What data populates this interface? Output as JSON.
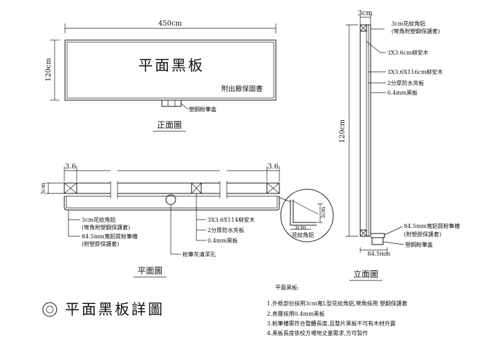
{
  "plan": {
    "width_dim": "450cm",
    "height_dim": "120cm",
    "board_title": "平面黑板",
    "board_note": "附出廠保固書",
    "chalk_box": "塑鋼粉筆盒",
    "view_label": "正面圖"
  },
  "section": {
    "left_dim": "3.6",
    "right_dim": "3.6",
    "side_dim": "3cm",
    "label_trim": "3cm花紋角鋁",
    "label_trim_sub": "(彎角附塑鋼保護套)",
    "label_tray": "84.5mm寬鋁質粉筆槽",
    "label_tray_sub": "(附塑膠保護套)",
    "label_cleanout": "粉筆灰清潔孔",
    "label_wood": "3X3.6X114柳安木",
    "label_plywood": "2分厚防水夾板",
    "label_steel": "0.4mm黑板",
    "view_label": "平面圖"
  },
  "detail": {
    "dim_v": "3cm",
    "dim_h": "3cm",
    "label": "花紋角鋁"
  },
  "elevation": {
    "top_dim": "3cm",
    "height_dim": "120cm",
    "bottom_dim": "84.5mm",
    "label_trim": "3cm花紋角鋁",
    "label_trim_sub": "(彎角附塑鋼保護套)",
    "label_wood1": "3X3.6cm柳安木",
    "label_wood2": "3X3.6X116cm柳安木",
    "label_plywood": "2分厚防水夾板",
    "label_steel": "0.4mm黑板",
    "label_tray": "84.5mm寬鋁質粉筆槽",
    "label_tray_sub": "(附塑膠保護套)",
    "label_box": "塑鋼粉筆盒",
    "view_label": "立面圖"
  },
  "notes": {
    "heading": "平面黑板:",
    "items": [
      "1.外框部份採用3cm寬L型花紋角鋁,彎角採用 塑鋼保護套",
      "2.表層採用0.4mm黑板",
      "3.粉筆槽需符合整體長度,且整片黑板不可有木材外露",
      "4.黑板長度依校方場地丈量需求,方可製作"
    ]
  },
  "footer_title": "平面黑板詳圖"
}
